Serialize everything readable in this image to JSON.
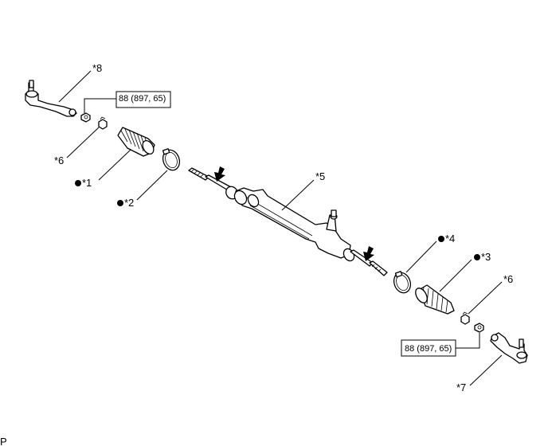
{
  "labels": {
    "p1": "*1",
    "p2": "*2",
    "p3": "*3",
    "p4": "*4",
    "p5": "*5",
    "p6a": "*6",
    "p6b": "*6",
    "p7": "*7",
    "p8": "*8"
  },
  "torque": {
    "upper": "88 (897, 65)",
    "lower": "88 (897, 65)"
  },
  "corner_code": "P"
}
